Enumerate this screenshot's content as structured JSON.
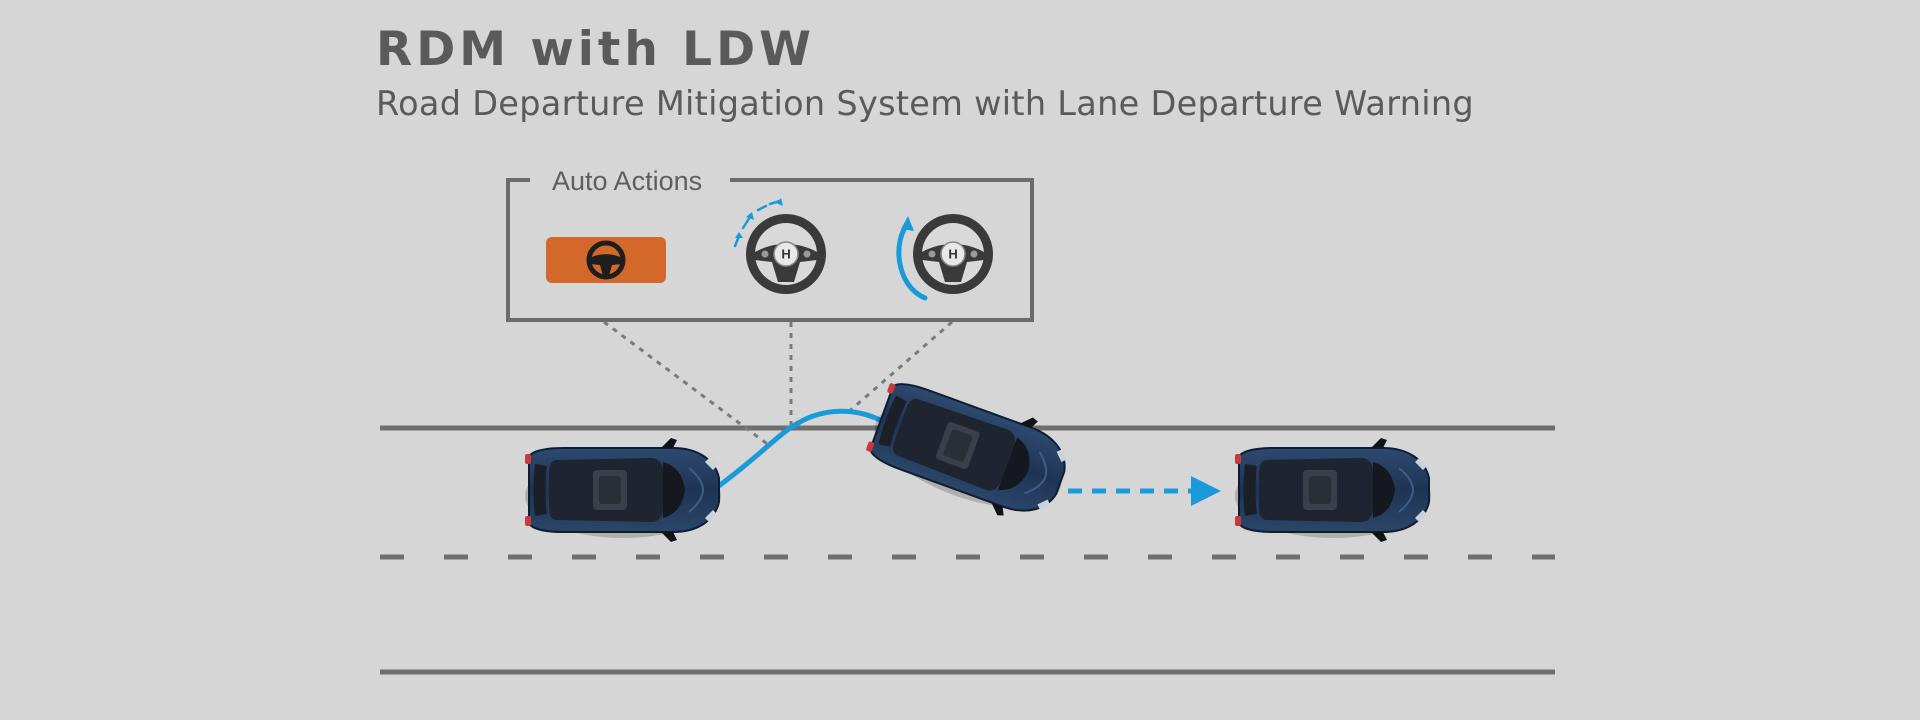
{
  "header": {
    "title": "RDM with LDW",
    "subtitle": "Road Departure Mitigation System with Lane Departure Warning"
  },
  "auto_actions": {
    "label": "Auto Actions",
    "icons": [
      "steering-warning-indicator-icon",
      "steering-wheel-vibration-icon",
      "steering-wheel-correction-icon"
    ]
  },
  "road": {
    "cars": [
      "car-before-departure",
      "car-departing-lane",
      "car-returned-to-lane"
    ]
  },
  "colors": {
    "background": "#d6d6d6",
    "text": "#5a5a5a",
    "frame": "#6b6b6b",
    "road_line": "#6e6e6e",
    "path_blue": "#1a9ad8",
    "indicator_orange": "#d2692b",
    "car_body": "#233a5c"
  }
}
